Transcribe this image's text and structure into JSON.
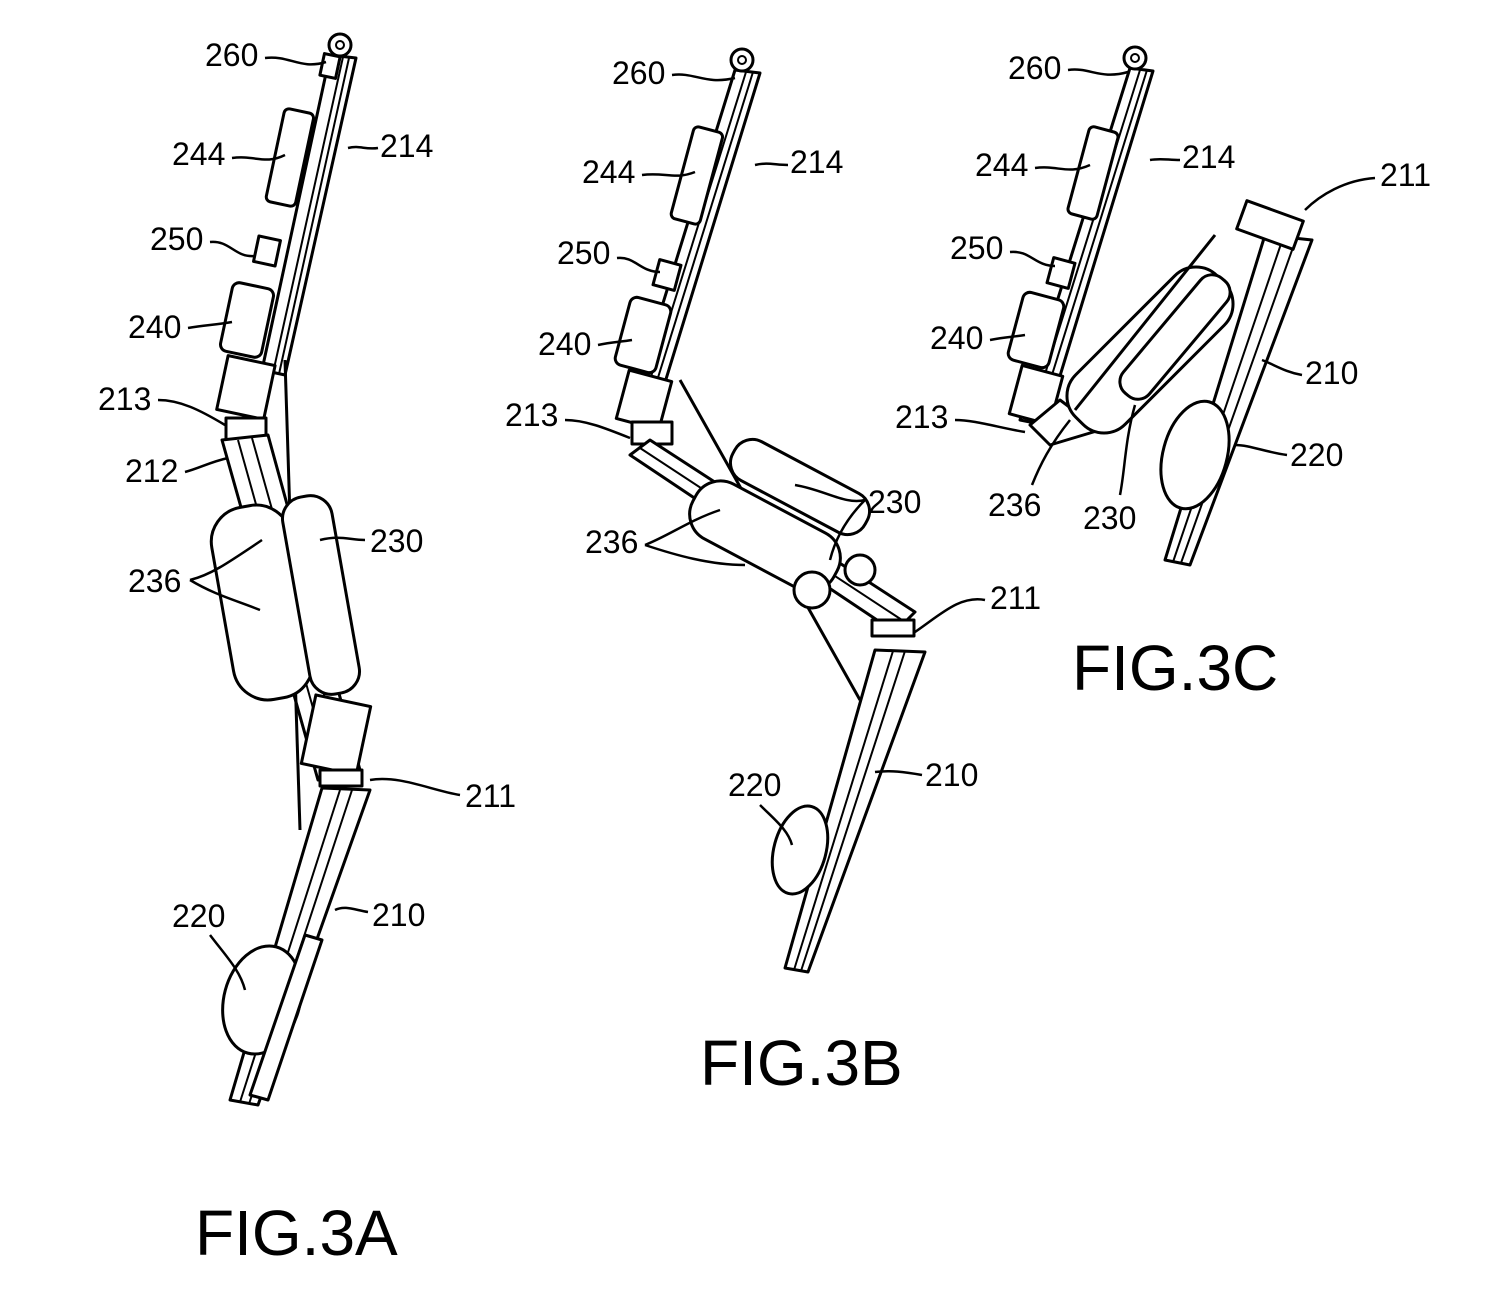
{
  "figures": [
    {
      "caption": "FIG.3A",
      "labels": {
        "l260": "260",
        "l244": "244",
        "l214": "214",
        "l250": "250",
        "l240": "240",
        "l213": "213",
        "l212": "212",
        "l236": "236",
        "l230": "230",
        "l211": "211",
        "l210": "210",
        "l220": "220"
      }
    },
    {
      "caption": "FIG.3B",
      "labels": {
        "l260": "260",
        "l244": "244",
        "l214": "214",
        "l250": "250",
        "l240": "240",
        "l213": "213",
        "l230": "230",
        "l236": "236",
        "l211": "211",
        "l220": "220",
        "l210": "210"
      }
    },
    {
      "caption": "FIG.3C",
      "labels": {
        "l260": "260",
        "l244": "244",
        "l214": "214",
        "l211": "211",
        "l250": "250",
        "l240": "240",
        "l210": "210",
        "l213": "213",
        "l220": "220",
        "l236": "236",
        "l230": "230"
      }
    }
  ]
}
